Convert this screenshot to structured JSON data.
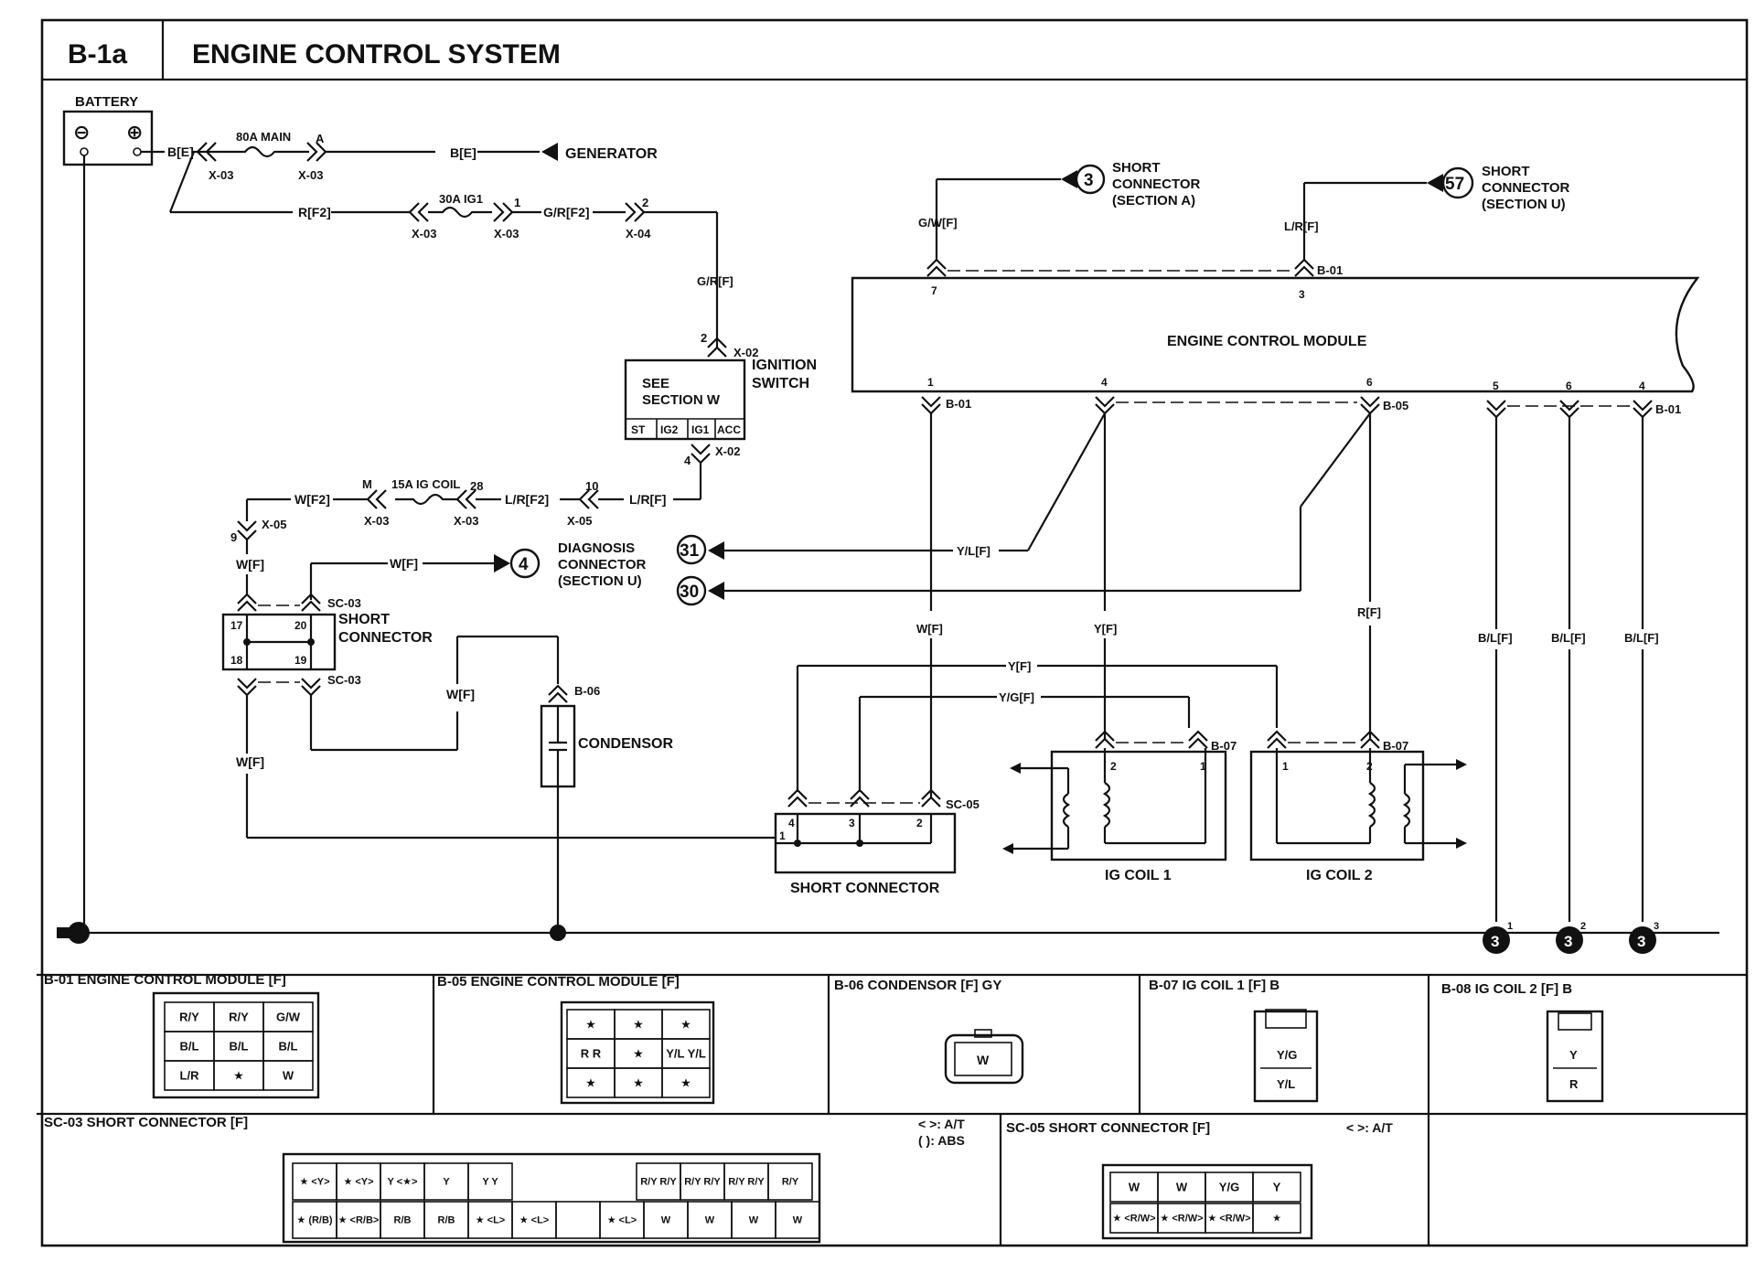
{
  "header": {
    "code": "B-1a",
    "title": "ENGINE CONTROL SYSTEM"
  },
  "battery": {
    "label": "BATTERY",
    "minus": "⊖",
    "plus": "⊕"
  },
  "wires": {
    "b_e": "B[E]",
    "r_f2": "R[F2]",
    "g_r_f2": "G/R[F2]",
    "g_r_f": "G/R[F]",
    "w_f2": "W[F2]",
    "l_r_f2": "L/R[F2]",
    "l_r_f": "L/R[F]",
    "w_f": "W[F]",
    "g_w_f": "G/W[F]",
    "y_l_f": "Y/L[F]",
    "y_f": "Y[F]",
    "y_g_f": "Y/G[F]",
    "r_f": "R[F]",
    "b_l_f": "B/L[F]"
  },
  "fuses": {
    "main": "80A MAIN",
    "ig1": "30A IG1",
    "igcoil": "15A IG COIL"
  },
  "connectors": {
    "x03": "X-03",
    "x04": "X-04",
    "x02": "X-02",
    "x05": "X-05",
    "b01": "B-01",
    "b05": "B-05",
    "b06": "B-06",
    "b07": "B-07",
    "sc03": "SC-03",
    "sc05": "SC-05"
  },
  "pins": {
    "a": "A",
    "m": "M",
    "p1": "1",
    "p2": "2",
    "p3": "3",
    "p4": "4",
    "p5": "5",
    "p6": "6",
    "p7": "7",
    "p9": "9",
    "p10": "10",
    "p17": "17",
    "p18": "18",
    "p19": "19",
    "p20": "20",
    "p28": "28"
  },
  "components": {
    "generator": "GENERATOR",
    "ignition_switch_l1": "IGNITION",
    "ignition_switch_l2": "SWITCH",
    "see_section_l1": "SEE",
    "see_section_l2": "SECTION W",
    "ign_st": "ST",
    "ign_ig2": "IG2",
    "ign_ig1": "IG1",
    "ign_acc": "ACC",
    "ecm": "ENGINE CONTROL MODULE",
    "short_conn_l1": "SHORT",
    "short_conn_l2": "CONNECTOR",
    "sec_a": "(SECTION A)",
    "sec_u": "(SECTION U)",
    "diag_l1": "DIAGNOSIS",
    "diag_l2": "CONNECTOR",
    "condensor": "CONDENSOR",
    "short_connector": "SHORT CONNECTOR",
    "ig_coil_1": "IG COIL 1",
    "ig_coil_2": "IG COIL 2"
  },
  "refs": {
    "r3": "3",
    "r57": "57",
    "r31": "31",
    "r30": "30",
    "r4": "4"
  },
  "panels": {
    "b01": {
      "title": "B-01 ENGINE CONTROL MODULE [F]",
      "cells": [
        "R/Y",
        "R/Y",
        "G/W",
        "B/L",
        "B/L",
        "B/L",
        "L/R",
        "★",
        "W"
      ]
    },
    "b05": {
      "title": "B-05 ENGINE CONTROL MODULE [F]",
      "cells": [
        "★",
        "★",
        "★",
        "R R",
        "★",
        "Y/L Y/L",
        "★",
        "★",
        "★"
      ]
    },
    "b06": {
      "title": "B-06 CONDENSOR [F] GY",
      "cells": [
        "W"
      ]
    },
    "b07": {
      "title": "B-07 IG COIL 1 [F] B",
      "cells": [
        "Y/G",
        "Y/L"
      ]
    },
    "b08": {
      "title": "B-08 IG COIL 2 [F] B",
      "cells": [
        "Y",
        "R"
      ]
    },
    "sc03": {
      "title": "SC-03 SHORT CONNECTOR [F]",
      "legend1": "< >: A/T",
      "legend2": "( ): ABS",
      "top": [
        "★ <Y>",
        "★ <Y>",
        "Y <★>",
        "Y",
        "Y Y",
        "R/Y R/Y",
        "R/Y R/Y",
        "R/Y R/Y",
        "R/Y"
      ],
      "bottom": [
        "★ (R/B)",
        "★ <R/B>",
        "R/B",
        "R/B",
        "★ <L>",
        "★ <L>",
        "",
        "★ <L>",
        "W",
        "W",
        "W",
        "W"
      ]
    },
    "sc05": {
      "title": "SC-05 SHORT CONNECTOR [F]",
      "legend": "< >: A/T",
      "top": [
        "W",
        "W",
        "Y/G",
        "Y"
      ],
      "bottom": [
        "★ <R/W>",
        "★ <R/W>",
        "★ <R/W>",
        "★"
      ]
    }
  }
}
